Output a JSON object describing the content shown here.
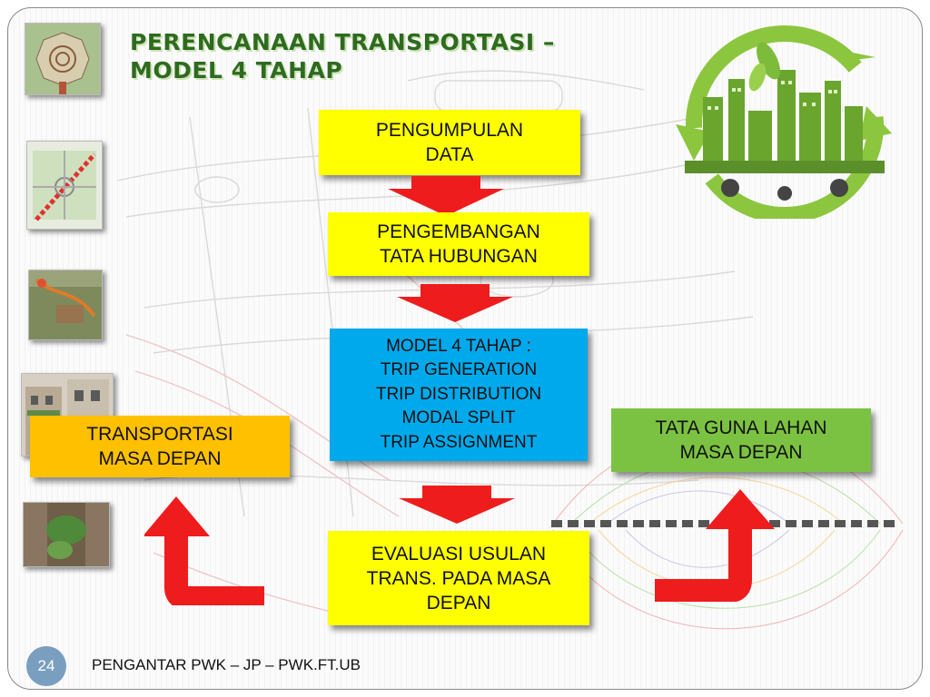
{
  "title": {
    "line1": "PERENCANAAN TRANSPORTASI –",
    "line2": "MODEL 4 TAHAP"
  },
  "flow": {
    "step1": "PENGUMPULAN\nDATA",
    "step2": "PENGEMBANGAN\nTATA HUBUNGAN",
    "step3": "MODEL 4 TAHAP :\nTRIP GENERATION\nTRIP DISTRIBUTION\nMODAL SPLIT\nTRIP ASSIGNMENT",
    "step4": "EVALUASI USULAN\nTRANS. PADA MASA\nDEPAN",
    "left_box": "TRANSPORTASI\nMASA DEPAN",
    "right_box": "TATA GUNA LAHAN\nMASA DEPAN"
  },
  "footer": {
    "page_number": "24",
    "text": "PENGANTAR PWK – JP – PWK.FT.UB"
  },
  "colors": {
    "yellow": "#ffff00",
    "blue": "#00a9ec",
    "orange": "#ffc000",
    "green": "#7cc242",
    "arrow": "#ee1c1c",
    "title": "#2e6b1f"
  }
}
